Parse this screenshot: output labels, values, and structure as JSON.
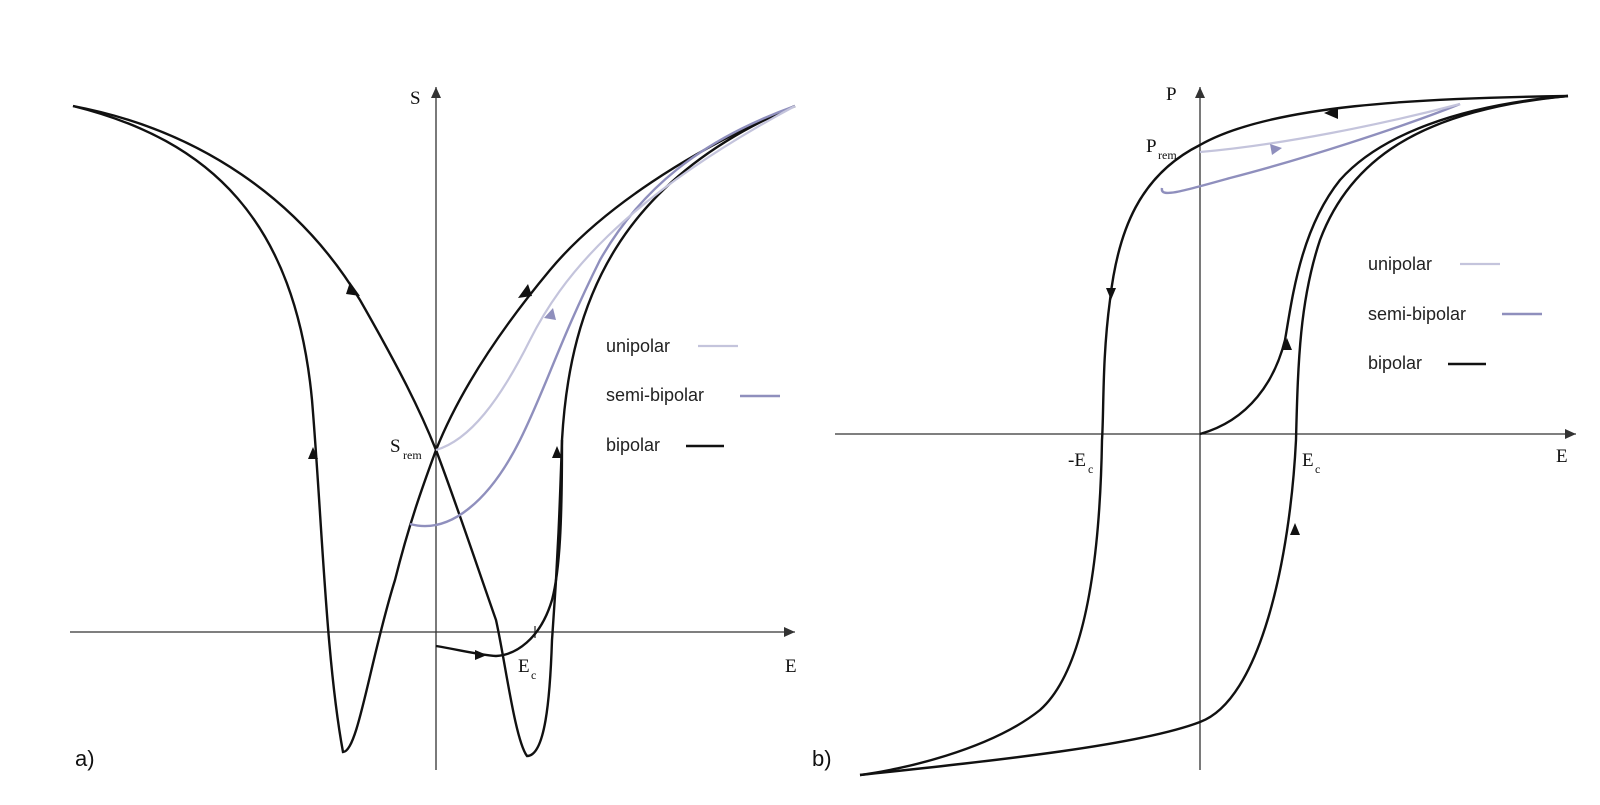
{
  "panel_a": {
    "panel_label": "a)",
    "y_axis_label": "S",
    "x_axis_label": "E",
    "remanent_label": {
      "main": "S",
      "sub": "rem"
    },
    "coercive_label": {
      "main": "E",
      "sub": "c"
    }
  },
  "panel_b": {
    "panel_label": "b)",
    "y_axis_label": "P",
    "x_axis_label": "E",
    "remanent_label": {
      "main": "P",
      "sub": "rem"
    },
    "neg_coercive_label": {
      "main": "-E",
      "sub": "c"
    },
    "coercive_label": {
      "main": "E",
      "sub": "c"
    }
  },
  "legend": {
    "items": [
      {
        "label": "unipolar",
        "color": "#c4c4dc"
      },
      {
        "label": "semi-bipolar",
        "color": "#8f8fbd"
      },
      {
        "label": "bipolar",
        "color": "#111111"
      }
    ]
  }
}
